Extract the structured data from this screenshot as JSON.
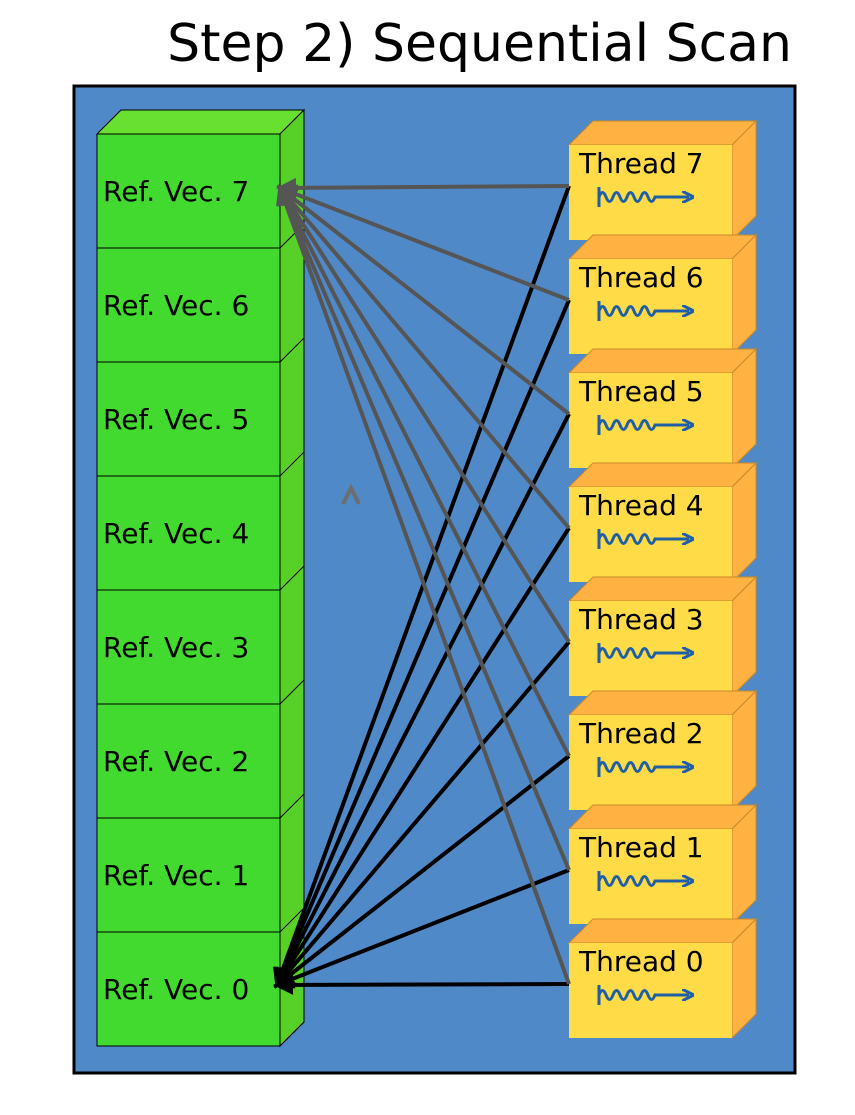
{
  "title": "Step 2) Sequential Scan",
  "colors": {
    "background_panel": "#5089c8",
    "vector_front": "#42da2e",
    "vector_top": "#68e030",
    "vector_side": "#57d128",
    "thread_front": "#fedb47",
    "thread_side": "#ffb141",
    "wave_arrow": "#1f5fa6",
    "line_to_vec7": "#555555",
    "line_to_vec0": "#000000"
  },
  "ref_vectors": [
    {
      "label": "Ref. Vec. 7"
    },
    {
      "label": "Ref. Vec. 6"
    },
    {
      "label": "Ref. Vec. 5"
    },
    {
      "label": "Ref. Vec. 4"
    },
    {
      "label": "Ref. Vec. 3"
    },
    {
      "label": "Ref. Vec. 2"
    },
    {
      "label": "Ref. Vec. 1"
    },
    {
      "label": "Ref. Vec. 0"
    }
  ],
  "threads": [
    {
      "label": "Thread 7",
      "icon": "wavy-arrow-icon"
    },
    {
      "label": "Thread 6",
      "icon": "wavy-arrow-icon"
    },
    {
      "label": "Thread 5",
      "icon": "wavy-arrow-icon"
    },
    {
      "label": "Thread 4",
      "icon": "wavy-arrow-icon"
    },
    {
      "label": "Thread 3",
      "icon": "wavy-arrow-icon"
    },
    {
      "label": "Thread 2",
      "icon": "wavy-arrow-icon"
    },
    {
      "label": "Thread 1",
      "icon": "wavy-arrow-icon"
    },
    {
      "label": "Thread 0",
      "icon": "wavy-arrow-icon"
    }
  ]
}
